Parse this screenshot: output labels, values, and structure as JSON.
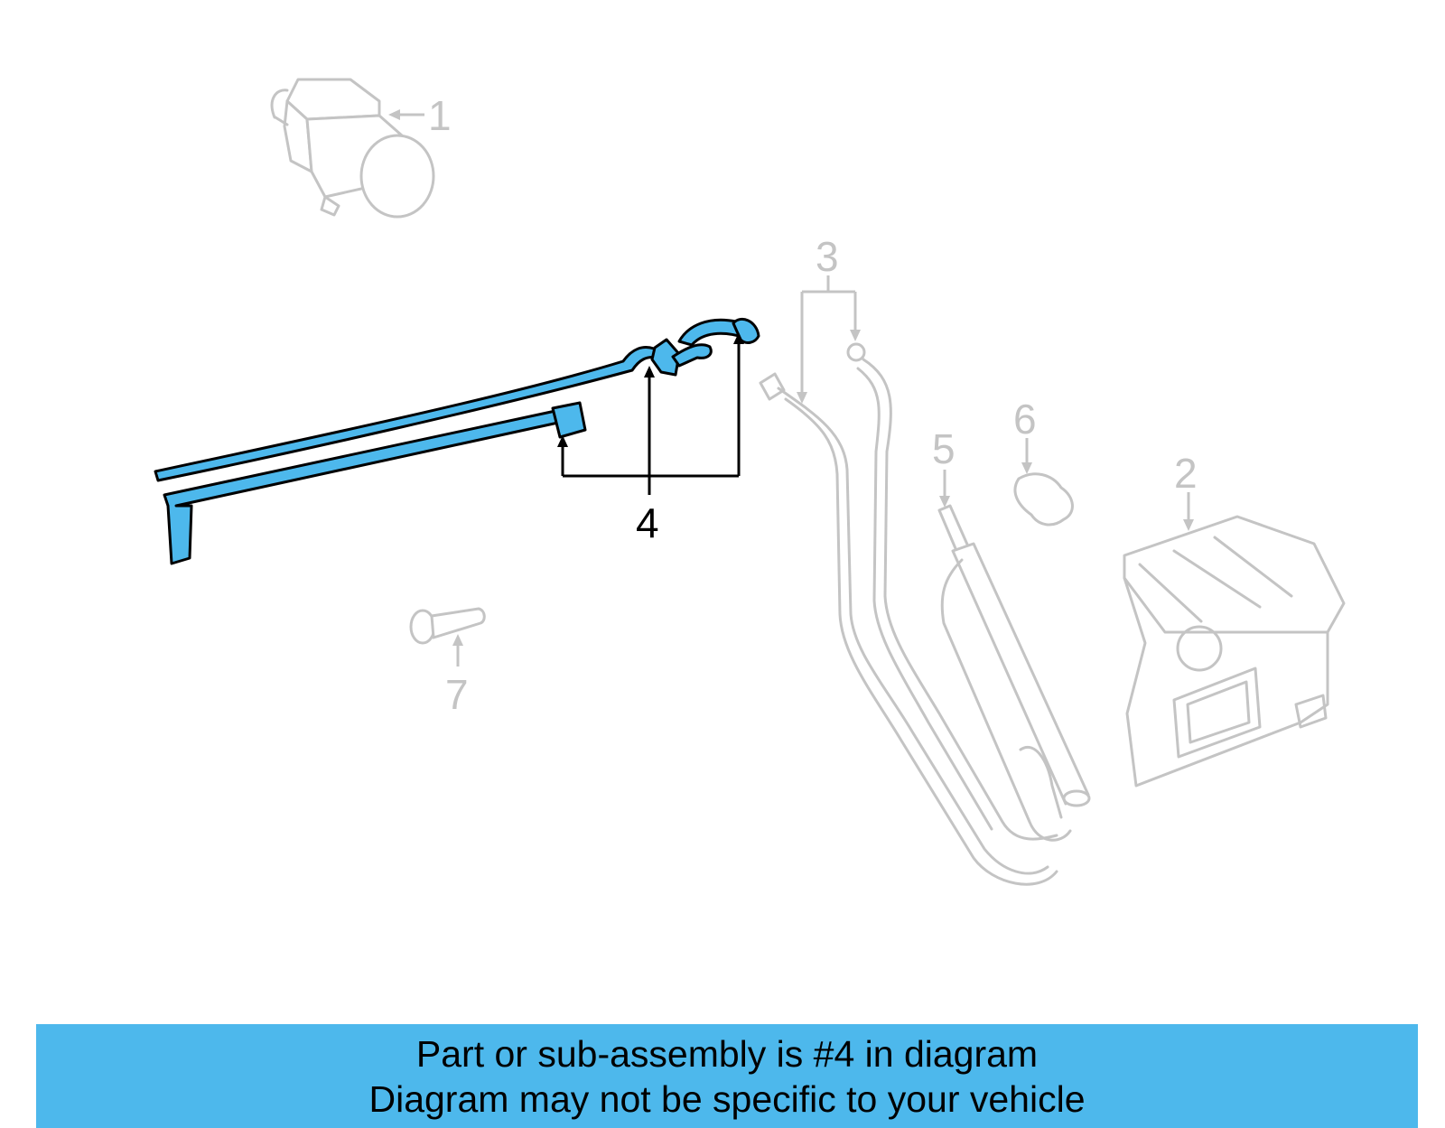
{
  "callouts": {
    "c1": "1",
    "c2": "2",
    "c3": "3",
    "c4": "4",
    "c5": "5",
    "c6": "6",
    "c7": "7"
  },
  "banner": {
    "line1": "Part or sub-assembly is #4 in diagram",
    "line2": "Diagram may not be specific to your vehicle"
  },
  "colors": {
    "highlight": "#4db8ec",
    "ghost": "#c4c4c4",
    "banner": "#4db8ec"
  },
  "highlighted_part": "4"
}
